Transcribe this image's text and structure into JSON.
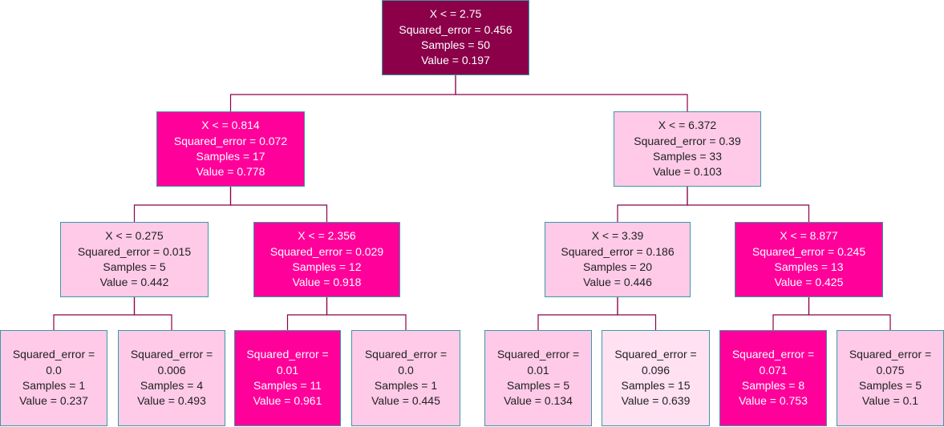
{
  "diagram": {
    "nodes": [
      {
        "id": "root",
        "fill": "#8b0049",
        "text": "light",
        "lines": [
          "X < = 2.75",
          "Squared_error = 0.456",
          "Samples = 50",
          "Value = 0.197"
        ]
      },
      {
        "id": "l",
        "fill": "#ff009a",
        "text": "light",
        "lines": [
          "X < = 0.814",
          "Squared_error = 0.072",
          "Samples = 17",
          "Value = 0.778"
        ]
      },
      {
        "id": "r",
        "fill": "#ffcae8",
        "text": "dark",
        "lines": [
          "X < = 6.372",
          "Squared_error = 0.39",
          "Samples = 33",
          "Value = 0.103"
        ]
      },
      {
        "id": "ll",
        "fill": "#ffcae8",
        "text": "dark",
        "lines": [
          "X < = 0.275",
          "Squared_error = 0.015",
          "Samples = 5",
          "Value = 0.442"
        ]
      },
      {
        "id": "lr",
        "fill": "#ff009a",
        "text": "light",
        "lines": [
          "X < = 2.356",
          "Squared_error = 0.029",
          "Samples = 12",
          "Value = 0.918"
        ]
      },
      {
        "id": "rl",
        "fill": "#ffcae8",
        "text": "dark",
        "lines": [
          "X < = 3.39",
          "Squared_error = 0.186",
          "Samples = 20",
          "Value = 0.446"
        ]
      },
      {
        "id": "rr",
        "fill": "#ff009a",
        "text": "light",
        "lines": [
          "X < = 8.877",
          "Squared_error = 0.245",
          "Samples = 13",
          "Value = 0.425"
        ]
      },
      {
        "id": "lll",
        "fill": "#ffcae8",
        "text": "dark",
        "lines": [
          "Squared_error =",
          "0.0",
          "Samples = 1",
          "Value = 0.237"
        ]
      },
      {
        "id": "llr",
        "fill": "#ffcae8",
        "text": "dark",
        "lines": [
          "Squared_error =",
          "0.006",
          "Samples = 4",
          "Value = 0.493"
        ]
      },
      {
        "id": "lrl",
        "fill": "#ff009a",
        "text": "light",
        "lines": [
          "Squared_error =",
          "0.01",
          "Samples = 11",
          "Value = 0.961"
        ]
      },
      {
        "id": "lrr",
        "fill": "#ffcae8",
        "text": "dark",
        "lines": [
          "Squared_error =",
          "0.0",
          "Samples = 1",
          "Value = 0.445"
        ]
      },
      {
        "id": "rll",
        "fill": "#ffcae8",
        "text": "dark",
        "lines": [
          "Squared_error =",
          "0.01",
          "Samples = 5",
          "Value = 0.134"
        ]
      },
      {
        "id": "rlr",
        "fill": "#ffe1f2",
        "text": "dark",
        "lines": [
          "Squared_error =",
          "0.096",
          "Samples = 15",
          "Value = 0.639"
        ]
      },
      {
        "id": "rrl",
        "fill": "#ff009a",
        "text": "light",
        "lines": [
          "Squared_error =",
          "0.071",
          "Samples = 8",
          "Value = 0.753"
        ]
      },
      {
        "id": "rrr",
        "fill": "#ffcae8",
        "text": "dark",
        "lines": [
          "Squared_error =",
          "0.075",
          "Samples = 5",
          "Value = 0.1"
        ]
      }
    ],
    "edges": [
      [
        "root",
        "l"
      ],
      [
        "root",
        "r"
      ],
      [
        "l",
        "ll"
      ],
      [
        "l",
        "lr"
      ],
      [
        "r",
        "rl"
      ],
      [
        "r",
        "rr"
      ],
      [
        "ll",
        "lll"
      ],
      [
        "ll",
        "llr"
      ],
      [
        "lr",
        "lrl"
      ],
      [
        "lr",
        "lrr"
      ],
      [
        "rl",
        "rll"
      ],
      [
        "rl",
        "rlr"
      ],
      [
        "rr",
        "rrl"
      ],
      [
        "rr",
        "rrr"
      ]
    ],
    "edge_color": "#8b0049",
    "border_color": "#3a9aa6"
  }
}
